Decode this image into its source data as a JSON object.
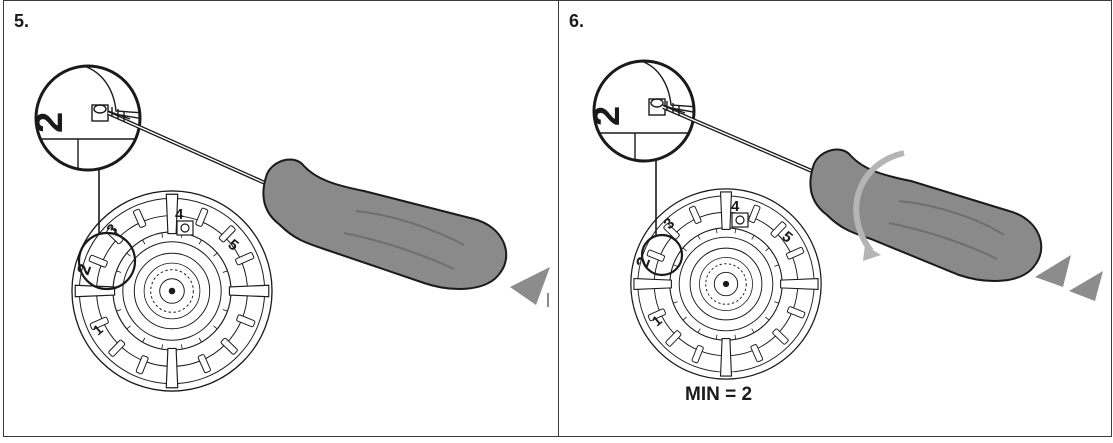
{
  "steps": [
    {
      "number": "5.",
      "dial_labels": [
        "1",
        "2",
        "3",
        "4",
        "5"
      ],
      "zoom_label": "2",
      "caption": ""
    },
    {
      "number": "6.",
      "dial_labels": [
        "1",
        "2",
        "3",
        "4",
        "5"
      ],
      "zoom_label": "2",
      "caption": "MIN = 2"
    }
  ],
  "colors": {
    "line": "#1a1a1a",
    "handle": "#8a8a8a",
    "handle_dark": "#6f6f6f",
    "arrow": "#8c8c8c",
    "rotation_arrow": "#b5b5b5"
  },
  "icons": {
    "tool": "screwdriver-icon",
    "knob": "burner-knob-icon",
    "rotation": "rotation-arrow-icon"
  }
}
